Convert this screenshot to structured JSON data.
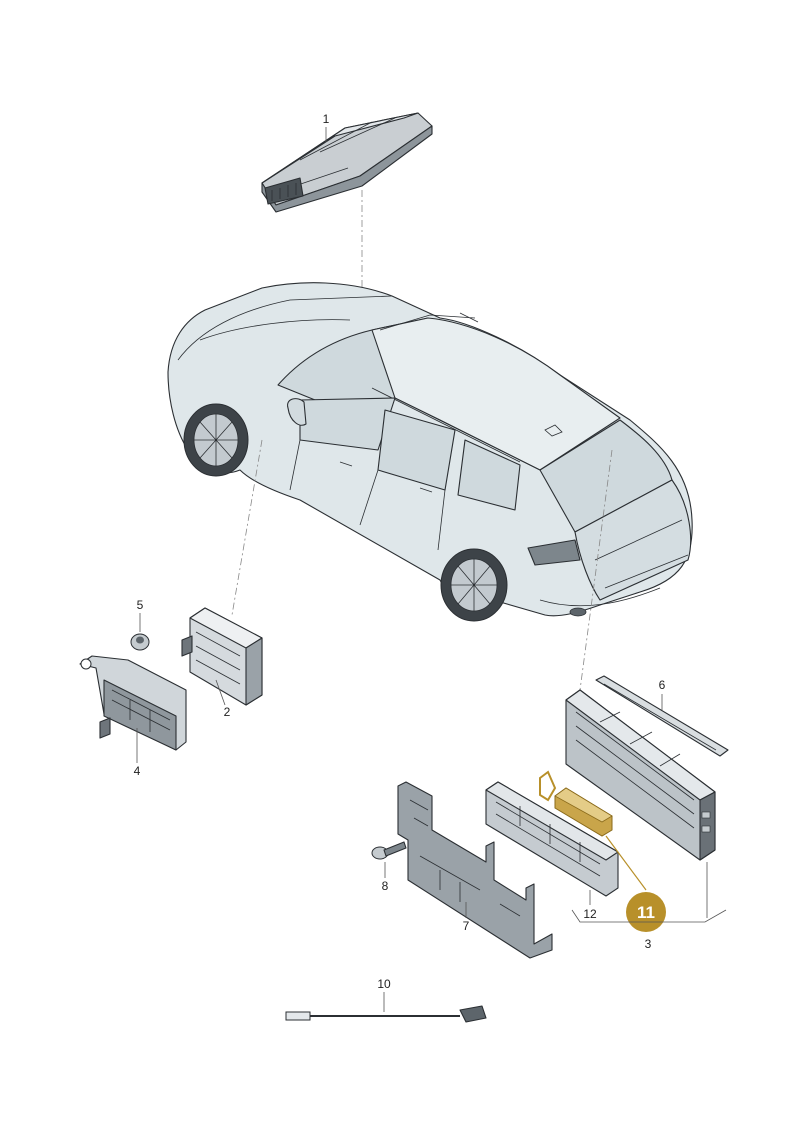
{
  "colors": {
    "car_body": "#dfe7ea",
    "car_glass": "#cfd9dd",
    "part_light": "#d5dade",
    "part_dark": "#6e757b",
    "highlight": "#b8902a",
    "highlight_part": "#c9a54a",
    "outline": "#2b2f33"
  },
  "callouts": {
    "c1": "1",
    "c2": "2",
    "c3": "3",
    "c4": "4",
    "c5": "5",
    "c6": "6",
    "c7": "7",
    "c8": "8",
    "c10": "10",
    "c11": "11",
    "c12": "12"
  }
}
